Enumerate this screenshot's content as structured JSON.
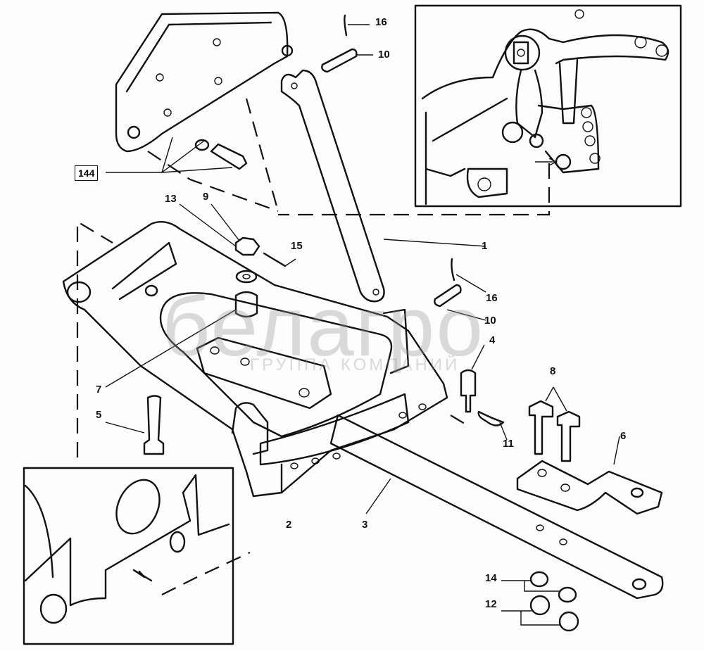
{
  "diagram": {
    "type": "exploded-parts-drawing",
    "reference_box": "144",
    "callouts": [
      {
        "id": "1",
        "part": "lift-rod"
      },
      {
        "id": "2",
        "part": "drawbar-frame"
      },
      {
        "id": "3",
        "part": "drawbar"
      },
      {
        "id": "4",
        "part": "pin"
      },
      {
        "id": "5",
        "part": "bolt"
      },
      {
        "id": "6",
        "part": "hitch-bracket"
      },
      {
        "id": "7",
        "part": "bushing"
      },
      {
        "id": "8",
        "part": "bolts"
      },
      {
        "id": "9",
        "part": "castle-nut"
      },
      {
        "id": "10",
        "part": "pin-upper"
      },
      {
        "id": "10b",
        "label": "10",
        "part": "pin-lower"
      },
      {
        "id": "11",
        "part": "spring-clip"
      },
      {
        "id": "12",
        "part": "nuts"
      },
      {
        "id": "13",
        "part": "washer"
      },
      {
        "id": "14",
        "part": "spring-washers"
      },
      {
        "id": "15",
        "part": "cotter-pin"
      },
      {
        "id": "16",
        "part": "cotter-pin-upper"
      },
      {
        "id": "16b",
        "label": "16",
        "part": "cotter-pin-lower"
      }
    ]
  },
  "labels": {
    "l1": "1",
    "l2": "2",
    "l3": "3",
    "l4": "4",
    "l5": "5",
    "l6": "6",
    "l7": "7",
    "l8": "8",
    "l9": "9",
    "l10a": "10",
    "l10b": "10",
    "l11": "11",
    "l12": "12",
    "l13": "13",
    "l14": "14",
    "l15": "15",
    "l16a": "16",
    "l16b": "16"
  },
  "watermark": {
    "brand": "белагро",
    "subtitle": "ГРУППА КОМПАНИЙ"
  },
  "colors": {
    "ink": "#111111",
    "paper": "#fdfdfd",
    "watermark": "#969696"
  }
}
